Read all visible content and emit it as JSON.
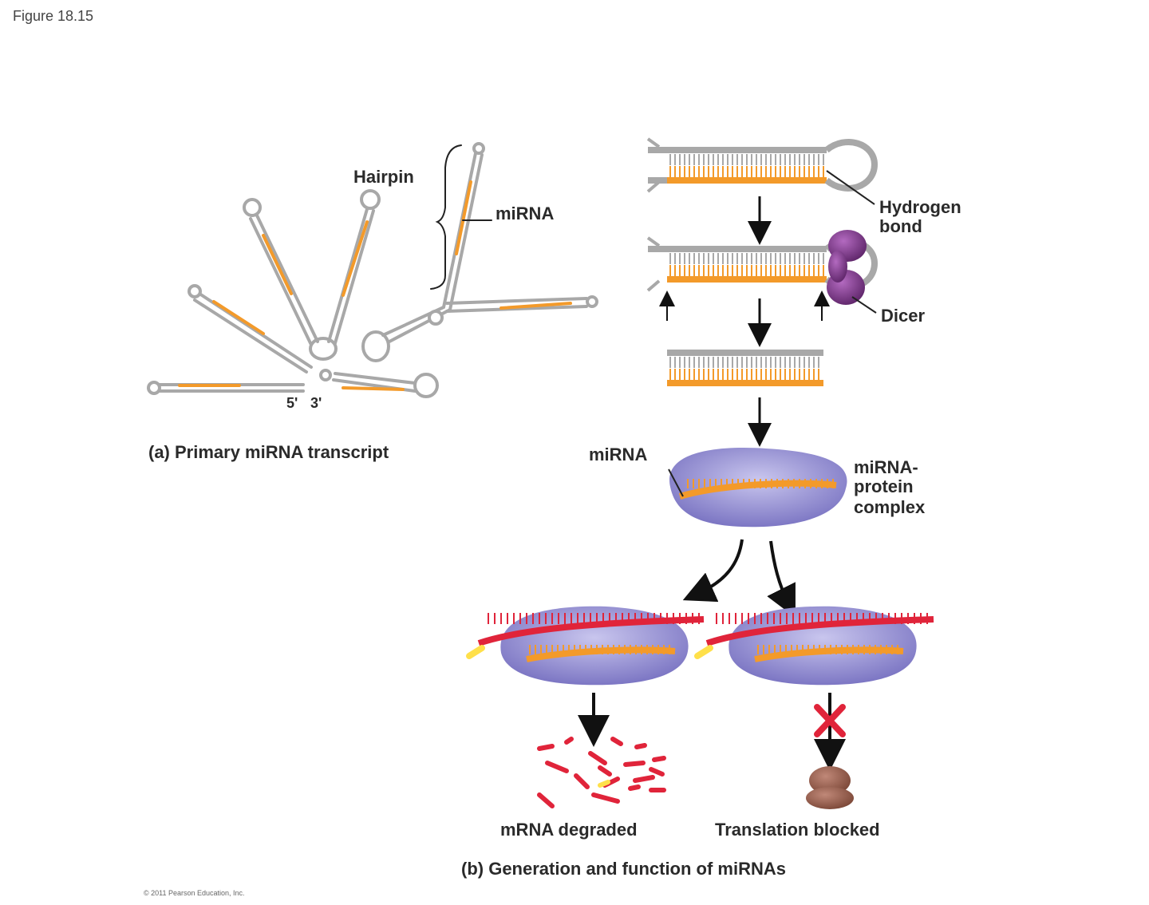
{
  "figure_label": "Figure 18.15",
  "copyright": "© 2011 Pearson Education, Inc.",
  "panel_a": {
    "hairpin_label": "Hairpin",
    "mirna_label": "miRNA",
    "five_prime": "5'",
    "three_prime": "3'",
    "caption": "(a) Primary miRNA transcript"
  },
  "panel_b": {
    "hydrogen_bond_line1": "Hydrogen",
    "hydrogen_bond_line2": "bond",
    "dicer_label": "Dicer",
    "mirna_label": "miRNA",
    "complex_line1": "miRNA-",
    "complex_line2": "protein",
    "complex_line3": "complex",
    "degraded_label": "mRNA degraded",
    "blocked_label": "Translation blocked",
    "caption": "(b) Generation and function of miRNAs"
  },
  "colors": {
    "rna_gray": "#a8a8a8",
    "mirna_orange": "#f39a2a",
    "mrna_red": "#e0243a",
    "cap_yellow": "#ffe04a",
    "dicer_purple": "#7e3a8c",
    "complex_lilac": "#9c97d6",
    "ribosome_brown": "#8c5a4a",
    "block_x_red": "#e0243a"
  }
}
